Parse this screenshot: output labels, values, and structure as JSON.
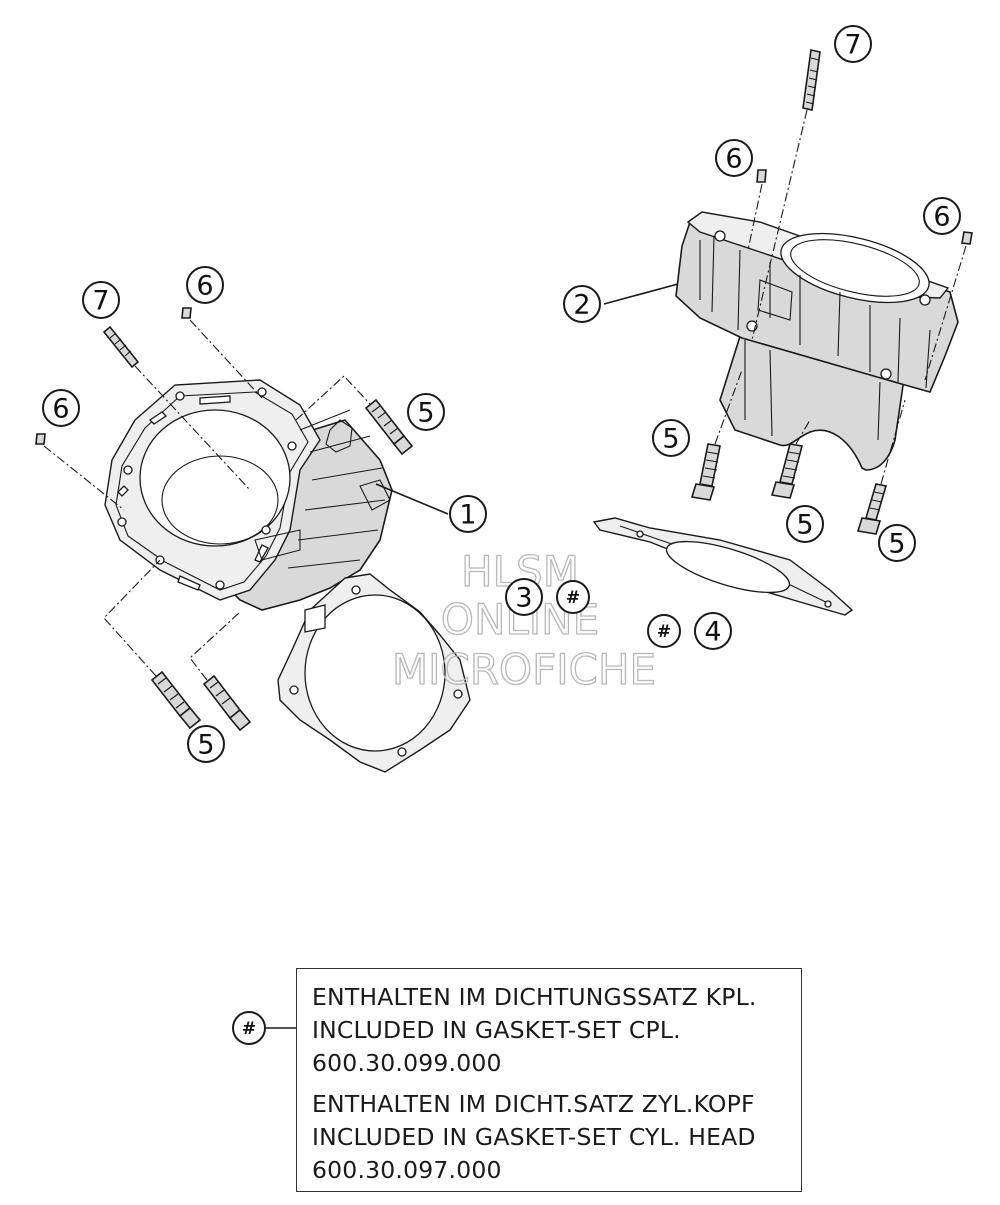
{
  "callouts": [
    {
      "id": "c7-top",
      "label": "7"
    },
    {
      "id": "c6-top",
      "label": "6"
    },
    {
      "id": "c6-right",
      "label": "6"
    },
    {
      "id": "c2",
      "label": "2"
    },
    {
      "id": "c7-left",
      "label": "7"
    },
    {
      "id": "c6-left-upper",
      "label": "6"
    },
    {
      "id": "c6-left",
      "label": "6"
    },
    {
      "id": "c5-left-upper",
      "label": "5"
    },
    {
      "id": "c1",
      "label": "1"
    },
    {
      "id": "c5-right-a",
      "label": "5"
    },
    {
      "id": "c5-right-b",
      "label": "5"
    },
    {
      "id": "c5-right-c",
      "label": "5"
    },
    {
      "id": "c3",
      "label": "3"
    },
    {
      "id": "c4",
      "label": "4"
    },
    {
      "id": "c5-left-lower",
      "label": "5"
    }
  ],
  "hash_symbol": "#",
  "watermark": {
    "line1": "HLSM",
    "line2": "ONLINE",
    "line3": "MICROFICHE"
  },
  "legend": {
    "symbol": "#",
    "groups": [
      {
        "line_de": "ENTHALTEN IM DICHTUNGSSATZ KPL.",
        "line_en": "INCLUDED IN GASKET-SET CPL.",
        "part_number": "600.30.099.000"
      },
      {
        "line_de": "ENTHALTEN IM DICHT.SATZ ZYL.KOPF",
        "line_en": "INCLUDED IN GASKET-SET CYL. HEAD",
        "part_number": "600.30.097.000"
      }
    ]
  }
}
